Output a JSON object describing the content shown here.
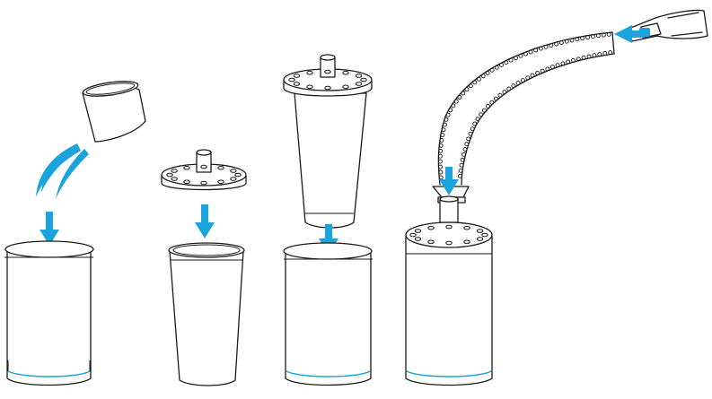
{
  "colors": {
    "accent": "#1aa3dc",
    "line": "#1a1a1a",
    "background": "#ffffff"
  },
  "steps": [
    {
      "objects": [
        "cup",
        "liquid-stream",
        "down-arrow",
        "cylinder-container"
      ]
    },
    {
      "objects": [
        "perforated-lid",
        "down-arrow",
        "tapered-cup"
      ]
    },
    {
      "objects": [
        "tapered-cup-with-lid",
        "down-arrow",
        "cylinder-container"
      ]
    },
    {
      "objects": [
        "nozzle",
        "left-arrow",
        "corrugated-hose",
        "down-arrow",
        "assembled-container"
      ]
    }
  ],
  "icons": [
    "down-arrow-icon",
    "left-arrow-icon",
    "cup-icon",
    "hose-icon",
    "lid-icon",
    "container-icon"
  ]
}
